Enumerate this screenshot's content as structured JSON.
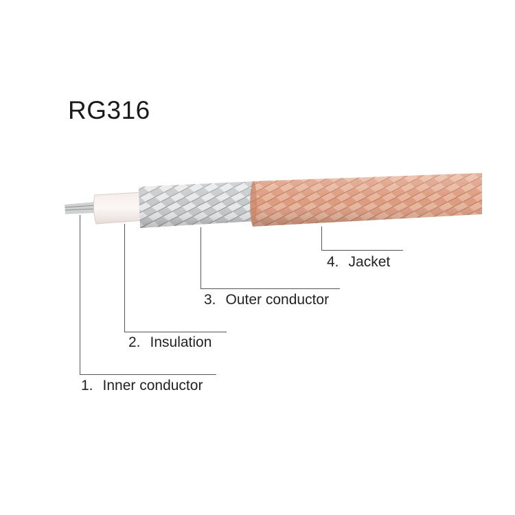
{
  "title": "RG316",
  "labels": [
    {
      "num": "1.",
      "text": "Inner conductor"
    },
    {
      "num": "2.",
      "text": "Insulation"
    },
    {
      "num": "3.",
      "text": "Outer conductor"
    },
    {
      "num": "4.",
      "text": "Jacket"
    }
  ],
  "colors": {
    "copper": "#d9977a",
    "silver": "#c9cbcd",
    "insulation": "#f4eeea",
    "leader": "#555555"
  }
}
